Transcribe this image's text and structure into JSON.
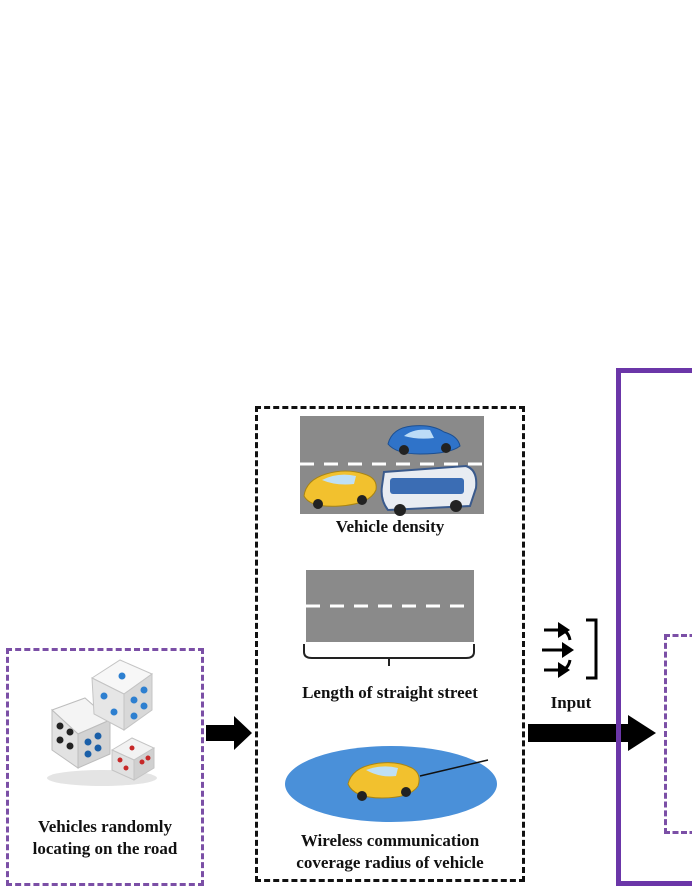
{
  "random_box": {
    "label_line1": "Vehicles randomly",
    "label_line2": "locating on the road",
    "icon": "dice-icon"
  },
  "params_box": {
    "density_label": "Vehicle density",
    "street_label": "Length of straight street",
    "radius_label_line1": "Wireless communication",
    "radius_label_line2": "coverage radius of vehicle"
  },
  "input_label": "Input",
  "icons": {
    "input": "merge-input-icon"
  },
  "colors": {
    "purple_dashed": "#7b4fa6",
    "purple_solid": "#6b36a8",
    "road": "#8a8a8a",
    "coverage": "#4a90d9"
  }
}
